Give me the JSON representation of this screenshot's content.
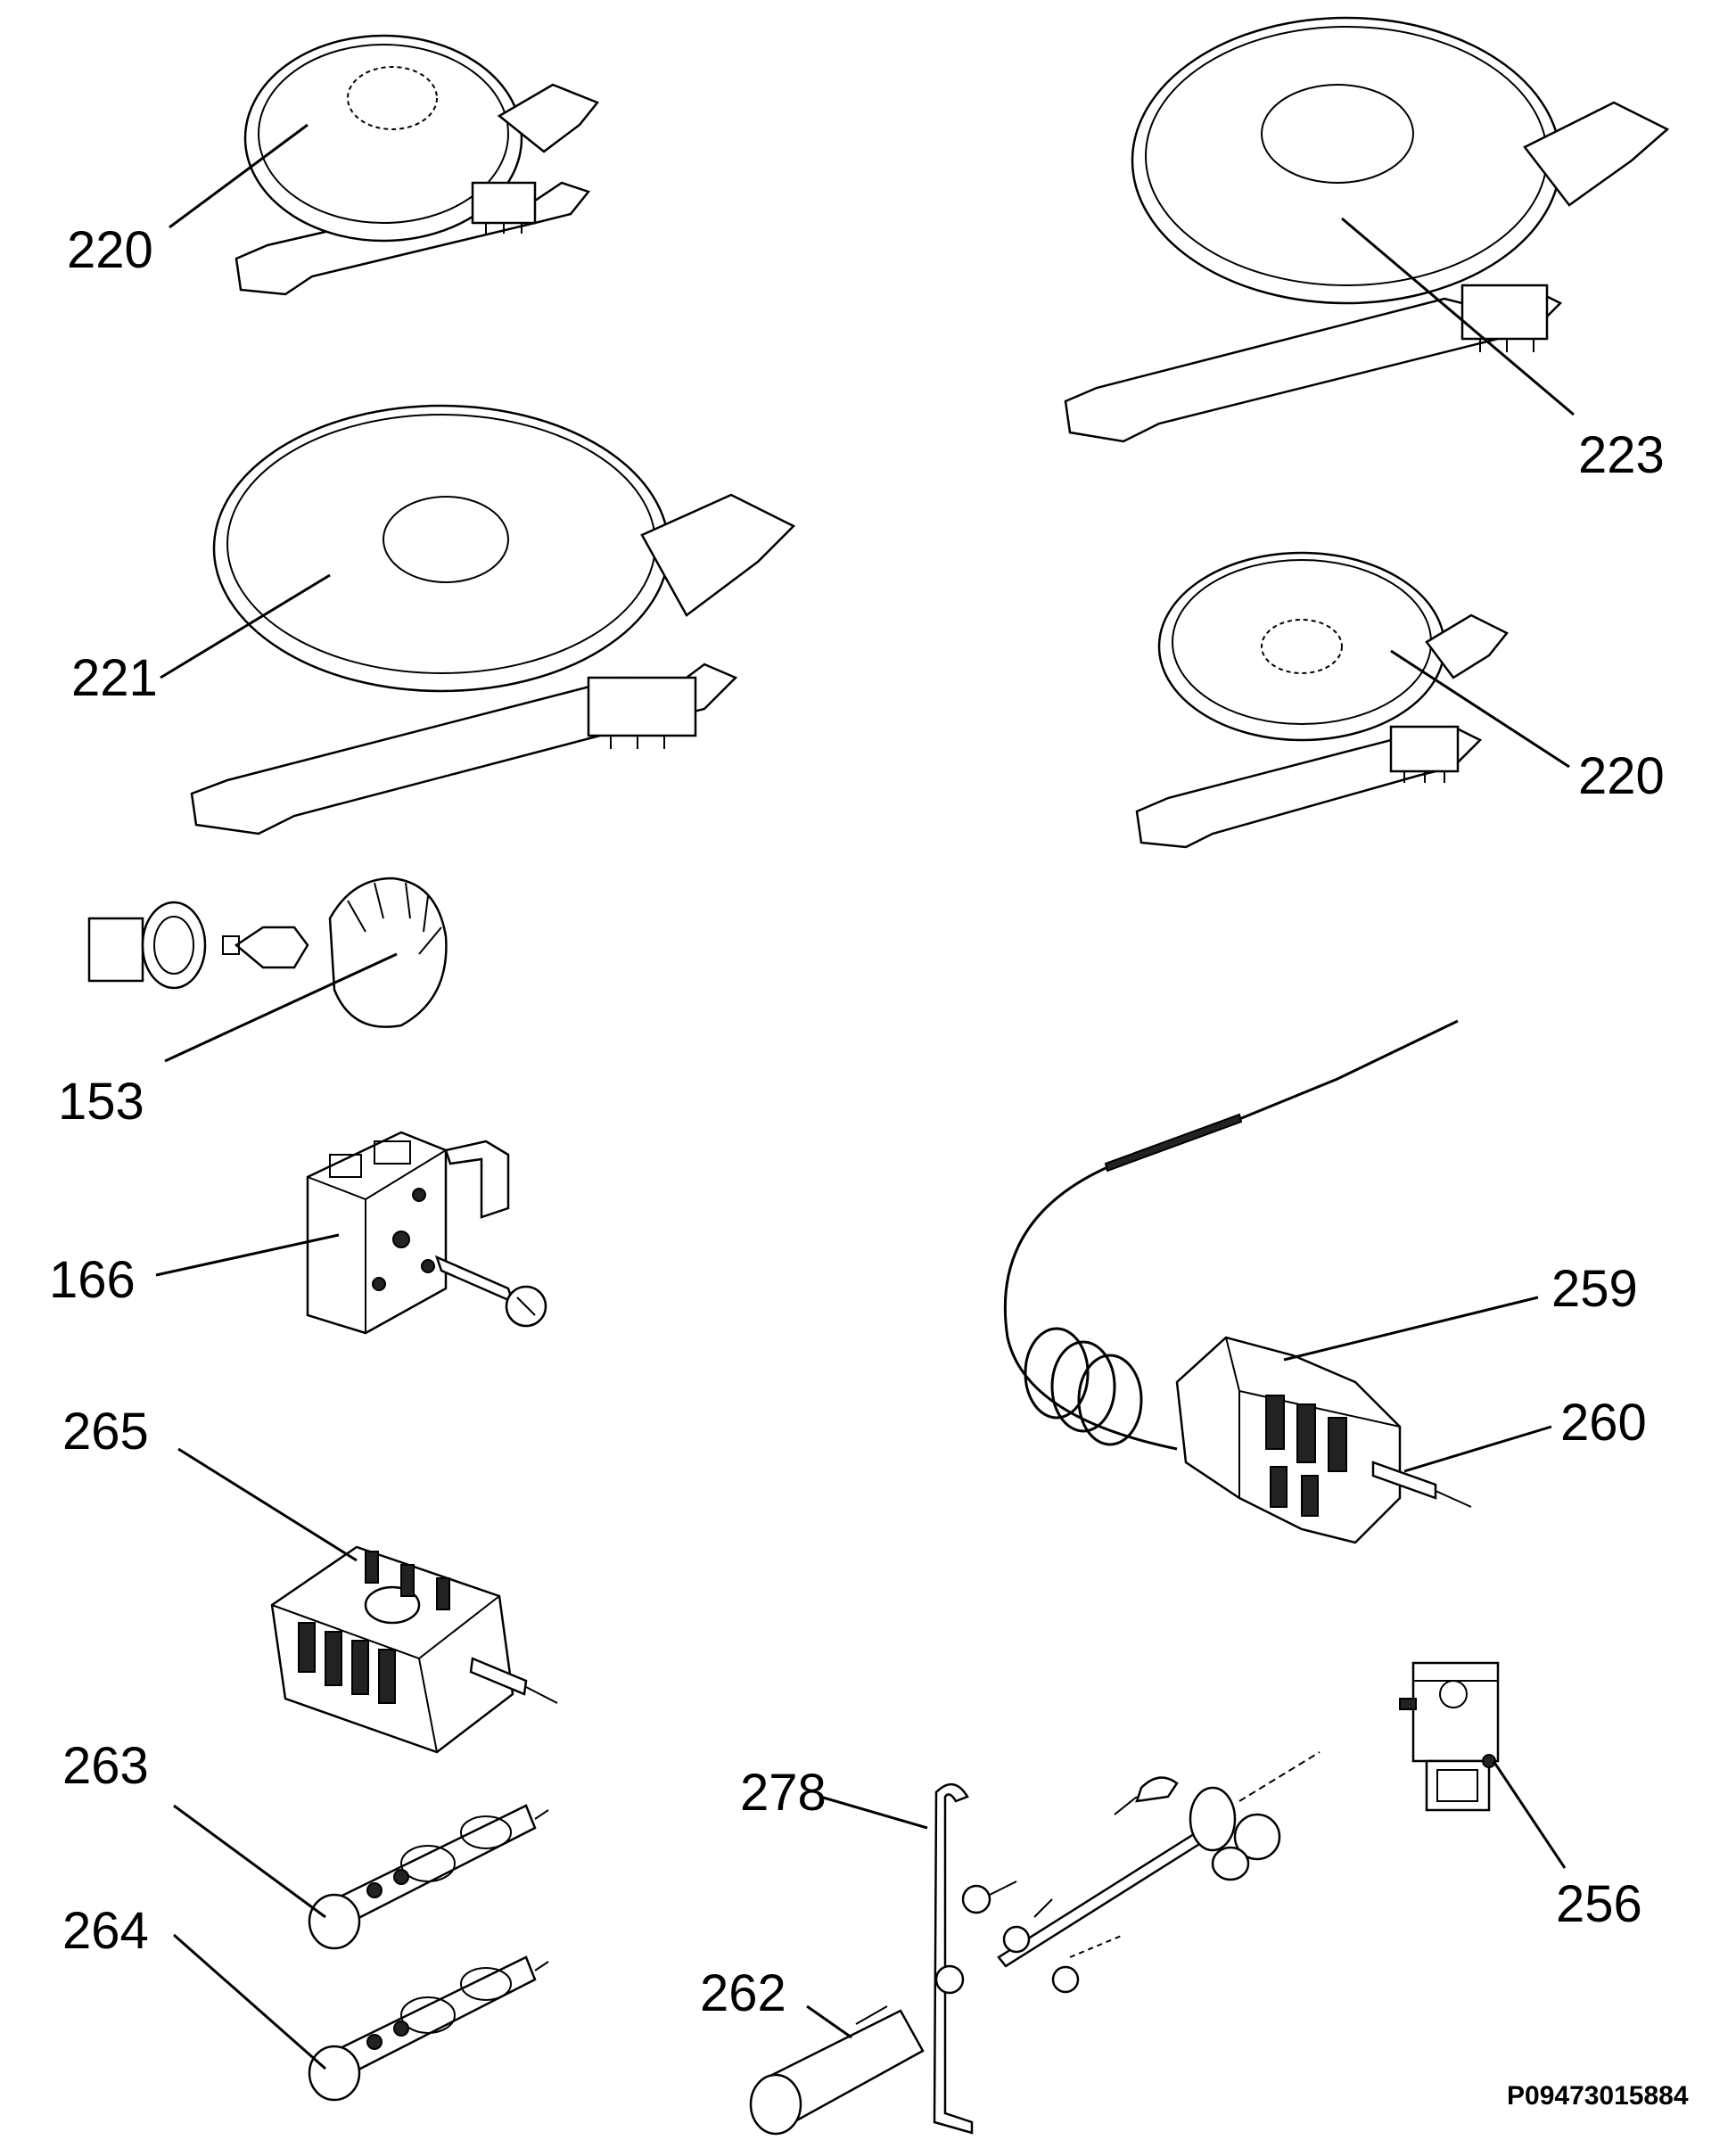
{
  "callouts": {
    "l220a": "220",
    "l223": "223",
    "l221": "221",
    "l220b": "220",
    "l153": "153",
    "l166": "166",
    "l259": "259",
    "l260": "260",
    "l265": "265",
    "l263": "263",
    "l264": "264",
    "l278": "278",
    "l262": "262",
    "l256": "256"
  },
  "drawing_code": "P09473015884"
}
